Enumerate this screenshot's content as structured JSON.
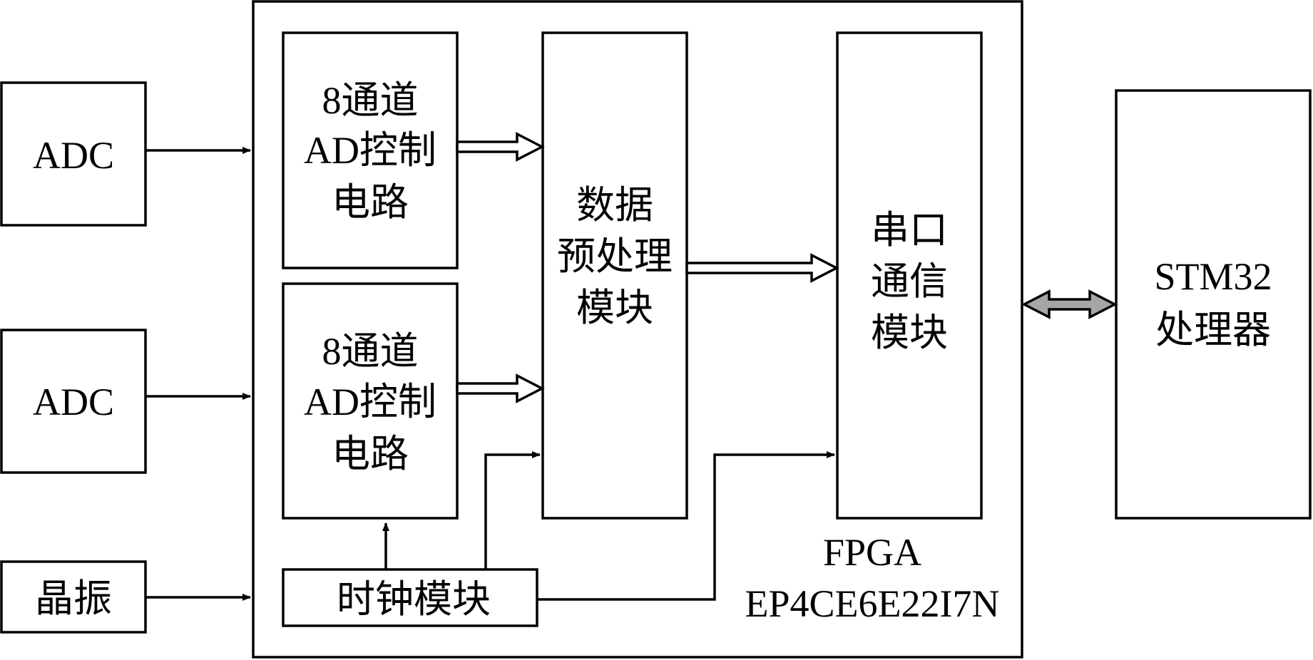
{
  "blocks": {
    "adc_top": {
      "lines": [
        "ADC"
      ]
    },
    "adc_bottom": {
      "lines": [
        "ADC"
      ]
    },
    "crystal": {
      "lines": [
        "晶振"
      ]
    },
    "ad_control_top": {
      "lines": [
        "8通道",
        "AD控制",
        "电路"
      ]
    },
    "ad_control_bottom": {
      "lines": [
        "8通道",
        "AD控制",
        "电路"
      ]
    },
    "preprocess": {
      "lines": [
        "数据",
        "预处理",
        "模块"
      ]
    },
    "serial": {
      "lines": [
        "串口",
        "通信",
        "模块"
      ]
    },
    "clock": {
      "lines": [
        "时钟模块"
      ]
    },
    "stm32": {
      "lines": [
        "STM32",
        "处理器"
      ]
    }
  },
  "fpga": {
    "lines": [
      "FPGA",
      "EP4CE6E22I7N"
    ]
  },
  "colors": {
    "stroke": "#000000",
    "bidir_fill": "#a6a6a6",
    "background": "#ffffff"
  }
}
